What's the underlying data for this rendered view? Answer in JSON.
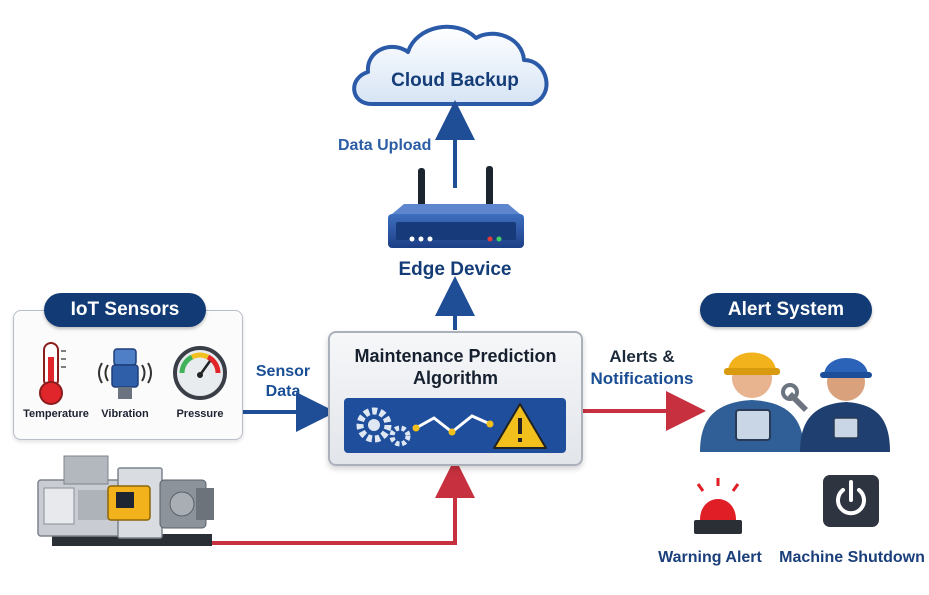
{
  "cloud": {
    "label": "Cloud Backup"
  },
  "upload": {
    "label": "Data Upload"
  },
  "edge": {
    "label": "Edge Device"
  },
  "iot": {
    "title": "IoT Sensors",
    "sensors": [
      {
        "label": "Temperature",
        "icon": "thermometer-icon"
      },
      {
        "label": "Vibration",
        "icon": "vibration-sensor-icon"
      },
      {
        "label": "Pressure",
        "icon": "pressure-gauge-icon"
      }
    ]
  },
  "sensor_data": {
    "line1": "Sensor",
    "line2": "Data"
  },
  "algorithm": {
    "line1": "Maintenance Prediction",
    "line2": "Algorithm"
  },
  "alerts_flow": {
    "line1": "Alerts &",
    "line2": "Notifications"
  },
  "alert_system": {
    "title": "Alert System",
    "outputs": [
      {
        "label": "Warning Alert",
        "icon": "warning-siren-icon"
      },
      {
        "label": "Machine Shutdown",
        "icon": "power-button-icon"
      }
    ]
  },
  "colors": {
    "navy": "#123a74",
    "blue_arrow": "#1f4e96",
    "red_arrow": "#c7313f"
  }
}
